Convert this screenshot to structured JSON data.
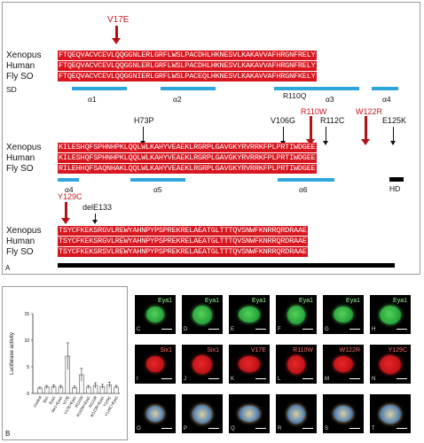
{
  "panel_a": {
    "label": "A",
    "species": [
      "Xenopus",
      "Human",
      "Fly SO"
    ],
    "rows": [
      {
        "seqs": [
          "FTQEQVACVCEVLQQGGNLERLGRFLWSLPACDHLHKNESVLKAKAVVAFHRGNFRELY",
          "FTQEQVACVCEVLQQGGNLERLGRFLWSLPACDHLHKNESVLKAKAVVAFHRGNFRELY",
          "FTQEQVACVCEVLQQGGNIERLGRFLWSLPACEQLHKNESVLKAKAVVAFHRGNFKELY"
        ]
      },
      {
        "seqs": [
          "KILESHQFSPHNHPKLQQLWLKAHYVEAEKLRGRPLGAVGKYRVRRKFPLPRTIWDGEE",
          "KILESHQFSPHNHPKLQQLWLKAHYVEAEKLRGRPLGAVGKYRVRRKFPLPRTIWDGEE",
          "RILEHHQFSAQNHAKLQQLWLKAHYVEAEKLRGRPLGAVGKYRVRRKFPLPRTIWDGEE"
        ]
      },
      {
        "seqs": [
          "TSYCFKEKSRGVLREWYAHNPYPSPREKRELAEATGLTTTQVSNWFKNRRQRDRAAE",
          "TSYCFKEKSRGVLREWYAHNPYPSPREKRELAEATGLTTTQVSNWFKNRRQRDRAAE",
          "TSYCFKEKSRSVLREWYAHNPYPSPREKRELAEATGLTTTQVSNWFKNRRQRDRAAE"
        ]
      }
    ],
    "mutations": [
      "V17E",
      "H73P",
      "V106G",
      "R110Q",
      "R110W",
      "R112C",
      "W122R",
      "E125K",
      "Y129C",
      "delE133"
    ],
    "annotations": {
      "sd": "SD",
      "hd": "HD"
    },
    "helices": [
      "α1",
      "α2",
      "α3",
      "α4",
      "α4",
      "α5",
      "α6"
    ]
  },
  "panel_b": {
    "label": "B",
    "ylabel": "Luciferase activity",
    "yticks": [
      "0",
      "5",
      "10",
      "15"
    ]
  },
  "chart_data": {
    "type": "bar",
    "categories": [
      "Control",
      "Six1",
      "Eya1",
      "Six1+Eya1",
      "V17E",
      "V17E+Eya1",
      "R110W",
      "R110W+Eya1",
      "W122R",
      "W122R+Eya1",
      "Y129C",
      "Y129C+Eya1"
    ],
    "values": [
      1.0,
      1.2,
      1.3,
      1.2,
      7.0,
      1.1,
      3.5,
      1.2,
      1.5,
      1.3,
      1.6,
      1.2
    ],
    "errors": [
      0.2,
      0.3,
      0.3,
      0.3,
      2.5,
      0.3,
      1.2,
      0.3,
      0.5,
      0.4,
      0.5,
      0.3
    ],
    "ylabel": "Luciferase activity",
    "ylim": [
      0,
      15
    ],
    "colors": {
      "bar": "#f7f7f7",
      "error": "#333333"
    }
  },
  "panel_c": {
    "row1_labels": [
      "Eya1",
      "Eya1",
      "Eya1",
      "Eya1",
      "Eya1",
      "Eya1"
    ],
    "row2_labels": [
      "Six1",
      "Six1",
      "V17E",
      "R110W",
      "W122R",
      "Y129C"
    ],
    "letters_row1": [
      "C",
      "D",
      "E",
      "F",
      "G",
      "H"
    ],
    "letters_row2": [
      "I",
      "J",
      "K",
      "L",
      "M",
      "N"
    ],
    "letters_row3": [
      "O",
      "P",
      "Q",
      "R",
      "S",
      "T"
    ]
  }
}
